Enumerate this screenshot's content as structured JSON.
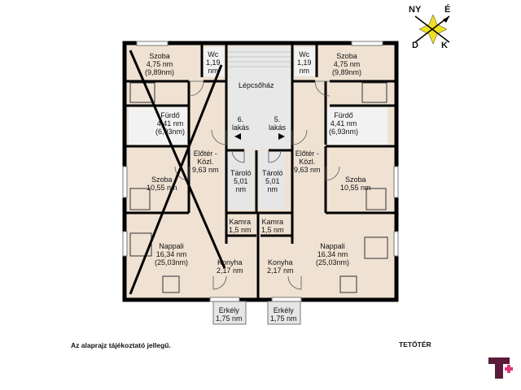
{
  "compass": {
    "ny": "NY",
    "e": "É",
    "d": "D",
    "k": "K"
  },
  "rooms": {
    "szoba_tl": {
      "name": "Szoba",
      "area": "4,75 nm",
      "sub": "(9,89nm)"
    },
    "szoba_tr": {
      "name": "Szoba",
      "area": "4,75 nm",
      "sub": "(9,89nm)"
    },
    "wc_l": {
      "name": "Wc",
      "area": "1,19",
      "sub": "nm"
    },
    "wc_r": {
      "name": "Wc",
      "area": "1,19",
      "sub": "nm"
    },
    "lepcsohaz": {
      "name": "Lépcsőház"
    },
    "furdo_l": {
      "name": "Fürdő",
      "area": "4,41 nm",
      "sub": "(6,93nm)"
    },
    "furdo_r": {
      "name": "Fürdő",
      "area": "4,41 nm",
      "sub": "(6,93nm)"
    },
    "lakas6": {
      "line1": "6.",
      "line2": "lakás"
    },
    "lakas5": {
      "line1": "5.",
      "line2": "lakás"
    },
    "eloter_l": {
      "line1": "Előtér -",
      "line2": "Közl.",
      "area": "9,63 nm"
    },
    "eloter_r": {
      "line1": "Előtér -",
      "line2": "Közl.",
      "area": "9,63 nm"
    },
    "szoba_ml": {
      "name": "Szoba",
      "area": "10,55 nm"
    },
    "szoba_mr": {
      "name": "Szoba",
      "area": "10,55 nm"
    },
    "tarolo_l": {
      "name": "Tároló",
      "area": "5,01",
      "sub": "nm"
    },
    "tarolo_r": {
      "name": "Tároló",
      "area": "5,01",
      "sub": "nm"
    },
    "kamra_l": {
      "name": "Kamra",
      "area": "1,5 nm"
    },
    "kamra_r": {
      "name": "Kamra",
      "area": "1,5 nm"
    },
    "nappali_l": {
      "name": "Nappali",
      "area": "16,34 nm",
      "sub": "(25,03nm)"
    },
    "nappali_r": {
      "name": "Nappali",
      "area": "16,34 nm",
      "sub": "(25,03nm)"
    },
    "konyha_l": {
      "name": "Konyha",
      "area": "2,17 nm"
    },
    "konyha_r": {
      "name": "Konyha",
      "area": "2,17 nm"
    },
    "erkely_l": {
      "name": "Erkély",
      "area": "1,75 nm"
    },
    "erkely_r": {
      "name": "Erkély",
      "area": "1,75 nm"
    }
  },
  "footer": {
    "note": "Az alaprajz tájékoztató jellegű.",
    "level": "TETŐTÉR"
  },
  "colors": {
    "floor": "#efe2d3",
    "stair": "#e6e6e6",
    "tile": "#f0f0f0",
    "wall": "#000000",
    "window": "#cfcfcf",
    "logo_dark": "#5a1a3a",
    "logo_pink": "#e0357a",
    "compass_star": "#f0e020"
  }
}
